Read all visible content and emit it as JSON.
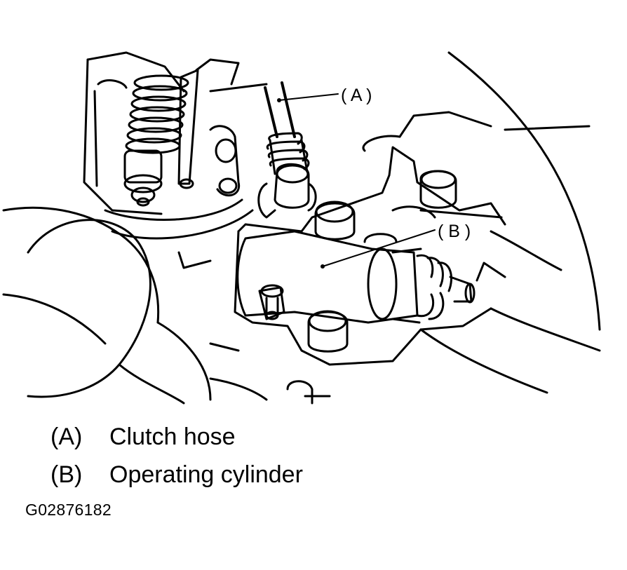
{
  "callouts": [
    {
      "id": "A",
      "text": "( A )"
    },
    {
      "id": "B",
      "text": "( B )"
    }
  ],
  "legend": [
    {
      "key": "(A)",
      "label": "Clutch hose"
    },
    {
      "key": "(B)",
      "label": "Operating cylinder"
    }
  ],
  "figure_id": "G02876182"
}
